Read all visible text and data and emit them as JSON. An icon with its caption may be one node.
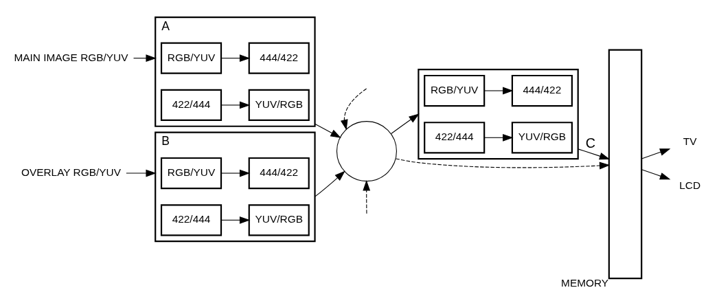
{
  "diagram": {
    "nodes": [
      {
        "text": [
          "MAIN IMAGE RGB/YUV"
        ]
      },
      {
        "text": [
          "A"
        ]
      },
      {
        "text": [
          "RGB/YUV"
        ],
        "in": 1
      },
      {
        "text": [
          "444/422"
        ],
        "in": 1
      },
      {
        "text": [
          "422/444"
        ],
        "in": 1
      },
      {
        "text": [
          "YUV/RGB"
        ],
        "in": 1
      },
      {
        "text": [
          "OVERLAY RGB/YUV"
        ]
      },
      {
        "text": [
          "B"
        ]
      },
      {
        "text": [
          "RGB/YUV"
        ],
        "in": 7
      },
      {
        "text": [
          "444/422"
        ],
        "in": 7
      },
      {
        "text": [
          "422/444"
        ],
        "in": 7
      },
      {
        "text": [
          "YUV/RGB"
        ],
        "in": 7
      },
      {
        "text": [],
        "shape": "circle"
      },
      {
        "text": [],
        "shape": "box"
      },
      {
        "text": [
          "RGB/YUV"
        ],
        "in": 13
      },
      {
        "text": [
          "444/422"
        ],
        "in": 13
      },
      {
        "text": [
          "422/444"
        ],
        "in": 13
      },
      {
        "text": [
          "YUV/RGB"
        ],
        "in": 13
      },
      {
        "text": [
          "MEMORY"
        ]
      },
      {
        "text": [
          "TV"
        ]
      },
      {
        "text": [
          "LCD"
        ]
      }
    ],
    "edges": [
      {
        "from": 0,
        "to": 1,
        "arrow": "to"
      },
      {
        "from": 2,
        "to": 3,
        "arrow": "to"
      },
      {
        "from": 4,
        "to": 5,
        "arrow": "to"
      },
      {
        "from": 6,
        "to": 7,
        "arrow": "to"
      },
      {
        "from": 8,
        "to": 9,
        "arrow": "to"
      },
      {
        "from": 10,
        "to": 11,
        "arrow": "to"
      },
      {
        "from": 1,
        "to": 12,
        "arrow": "to"
      },
      {
        "from": null,
        "to": 12,
        "arrow": "to",
        "style": "dashed"
      },
      {
        "from": 7,
        "to": 12,
        "arrow": "to"
      },
      {
        "from": null,
        "to": 12,
        "arrow": "to",
        "style": "dashed"
      },
      {
        "from": 12,
        "to": 13,
        "arrow": "to"
      },
      {
        "from": 14,
        "to": 15,
        "arrow": "to"
      },
      {
        "from": 16,
        "to": 17,
        "arrow": "to"
      },
      {
        "from": 13,
        "to": 18,
        "arrow": "to",
        "label": "C"
      },
      {
        "from": 12,
        "to": 18,
        "arrow": "to",
        "style": "dashed"
      },
      {
        "from": 18,
        "to": 19,
        "arrow": "to"
      },
      {
        "from": 18,
        "to": 20,
        "arrow": "to"
      }
    ]
  }
}
